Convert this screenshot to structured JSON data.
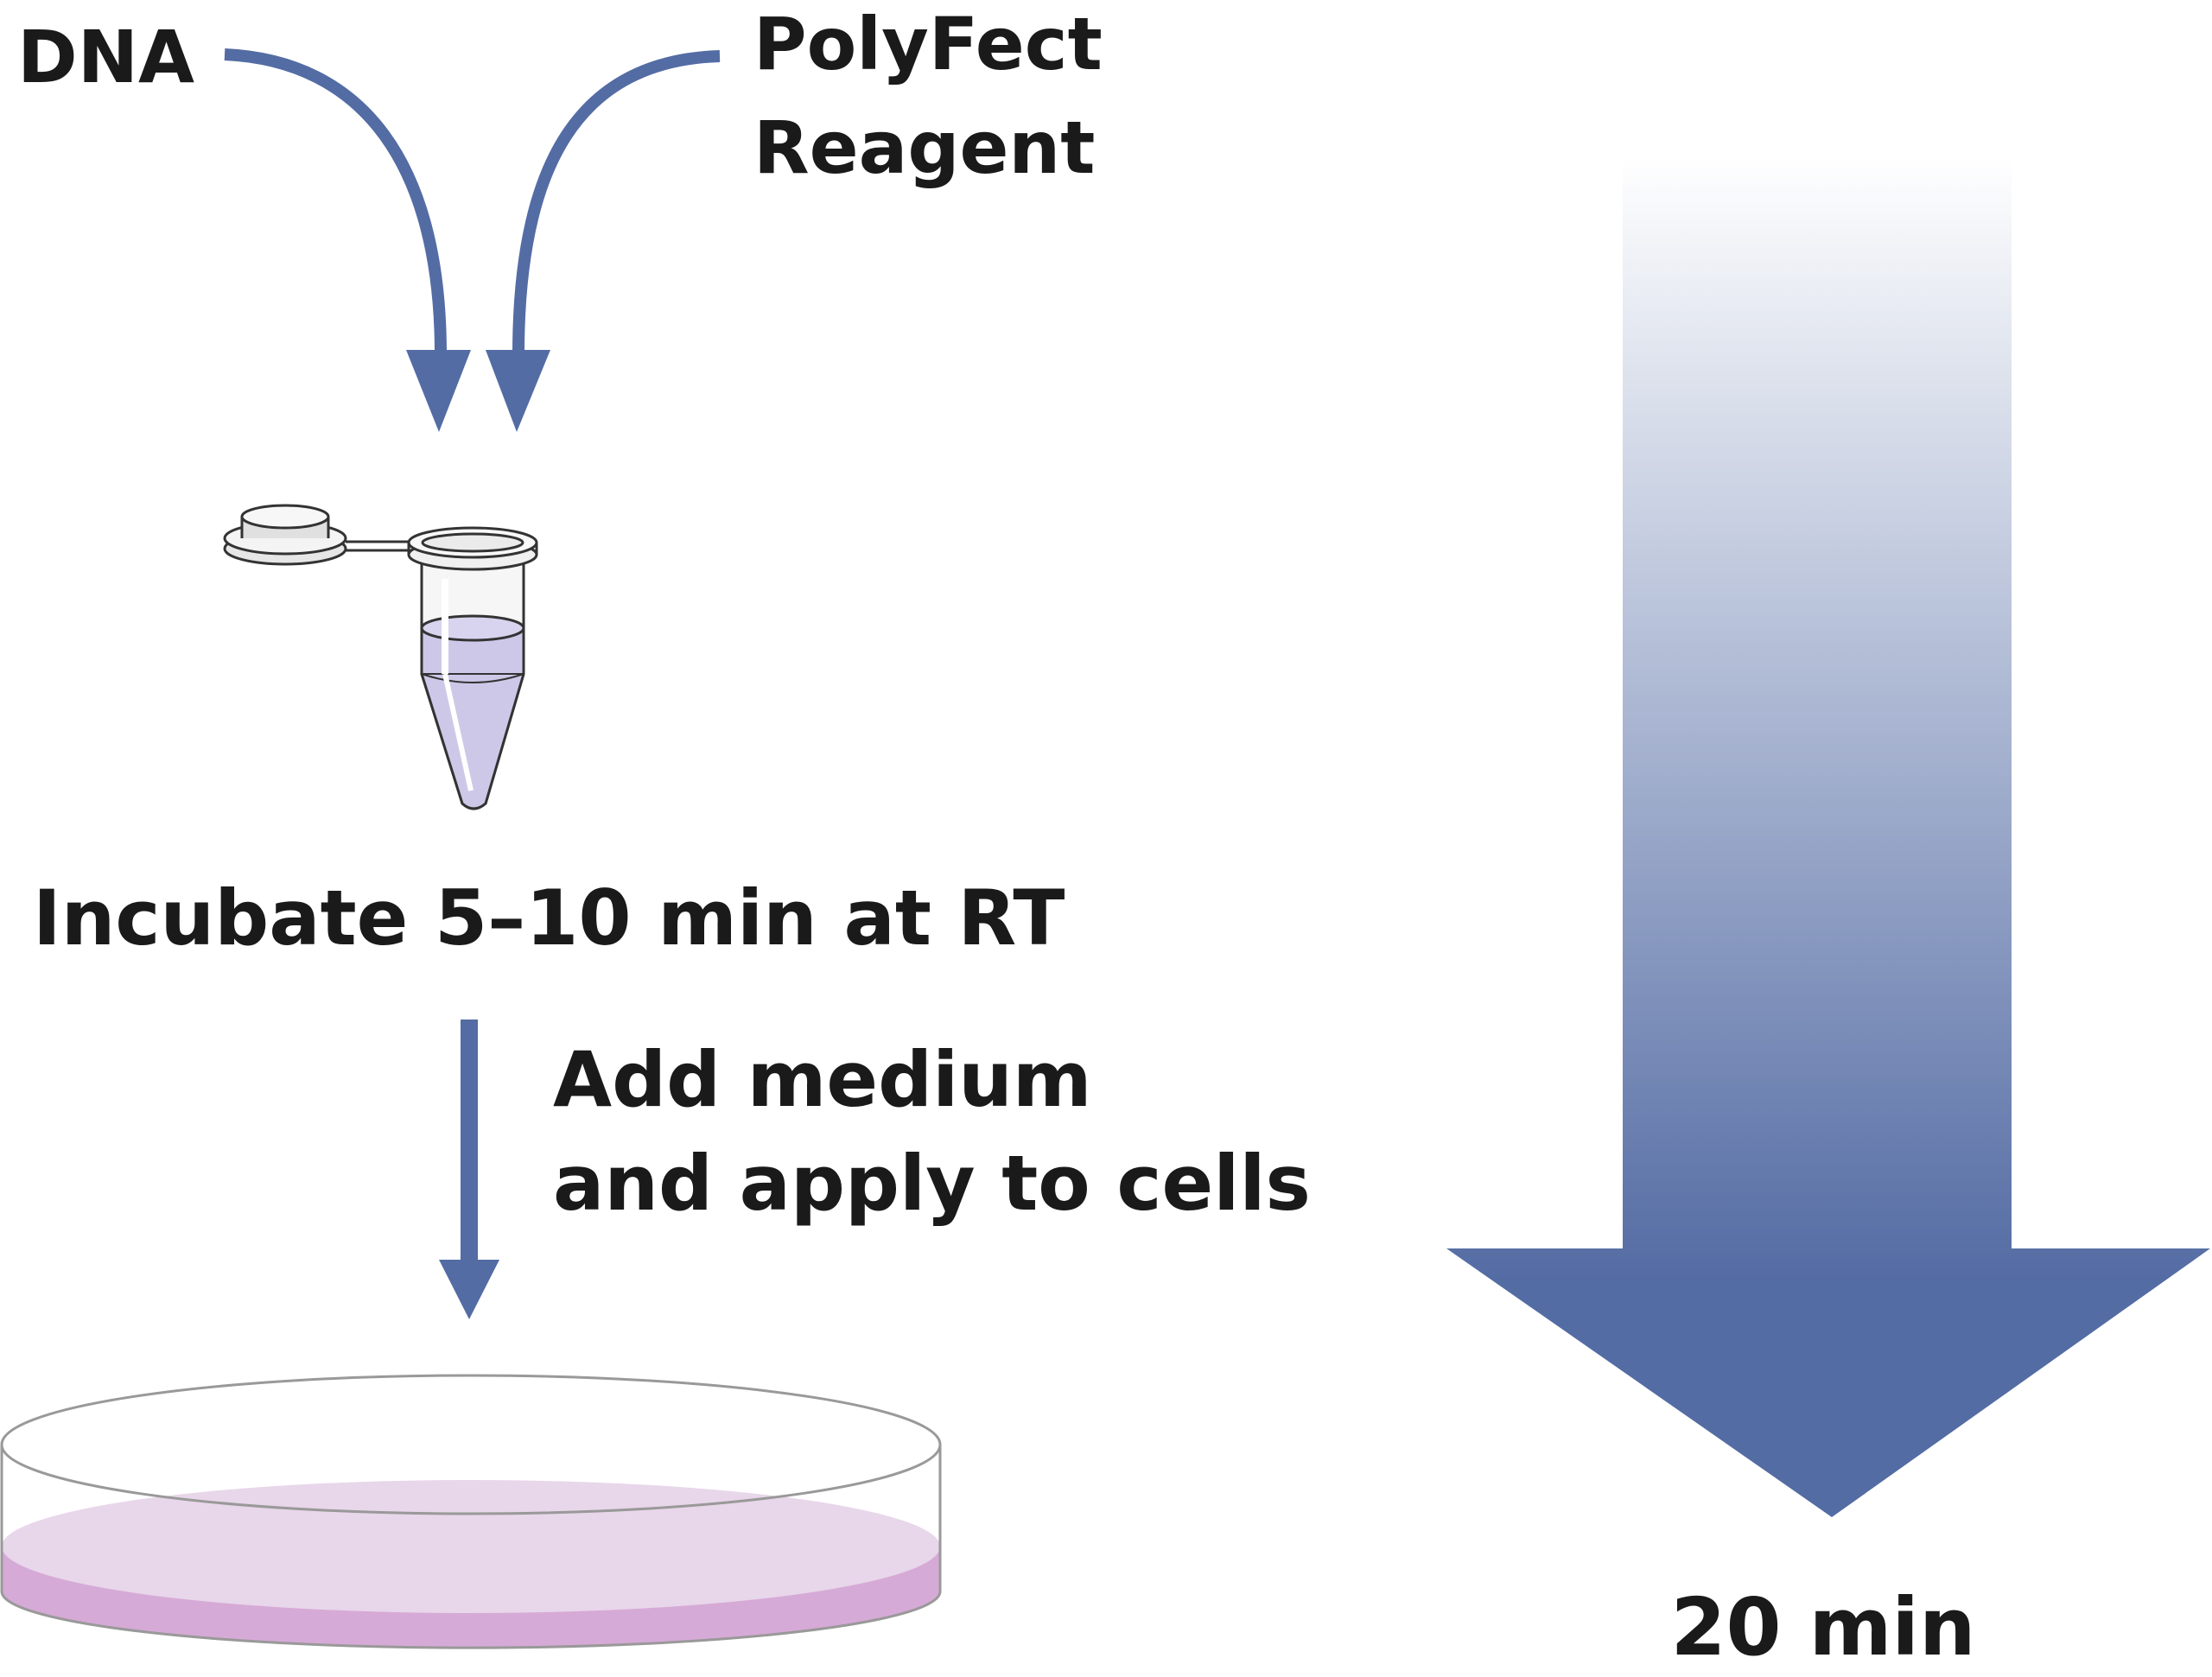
{
  "labels": {
    "dna": "DNA",
    "reagent_line1": "PolyFect",
    "reagent_line2": "Reagent",
    "incubate": "Incubate 5–10 min at RT",
    "add_line1": "Add medium",
    "add_line2": "and apply to cells",
    "duration": "20 min"
  },
  "colors": {
    "arrow": "#546ca4",
    "tube_liquid": "#cec8e8",
    "dish_medium_top": "#e8d6ea",
    "dish_medium_side": "#d6aad6",
    "text": "#1a1a1a"
  }
}
